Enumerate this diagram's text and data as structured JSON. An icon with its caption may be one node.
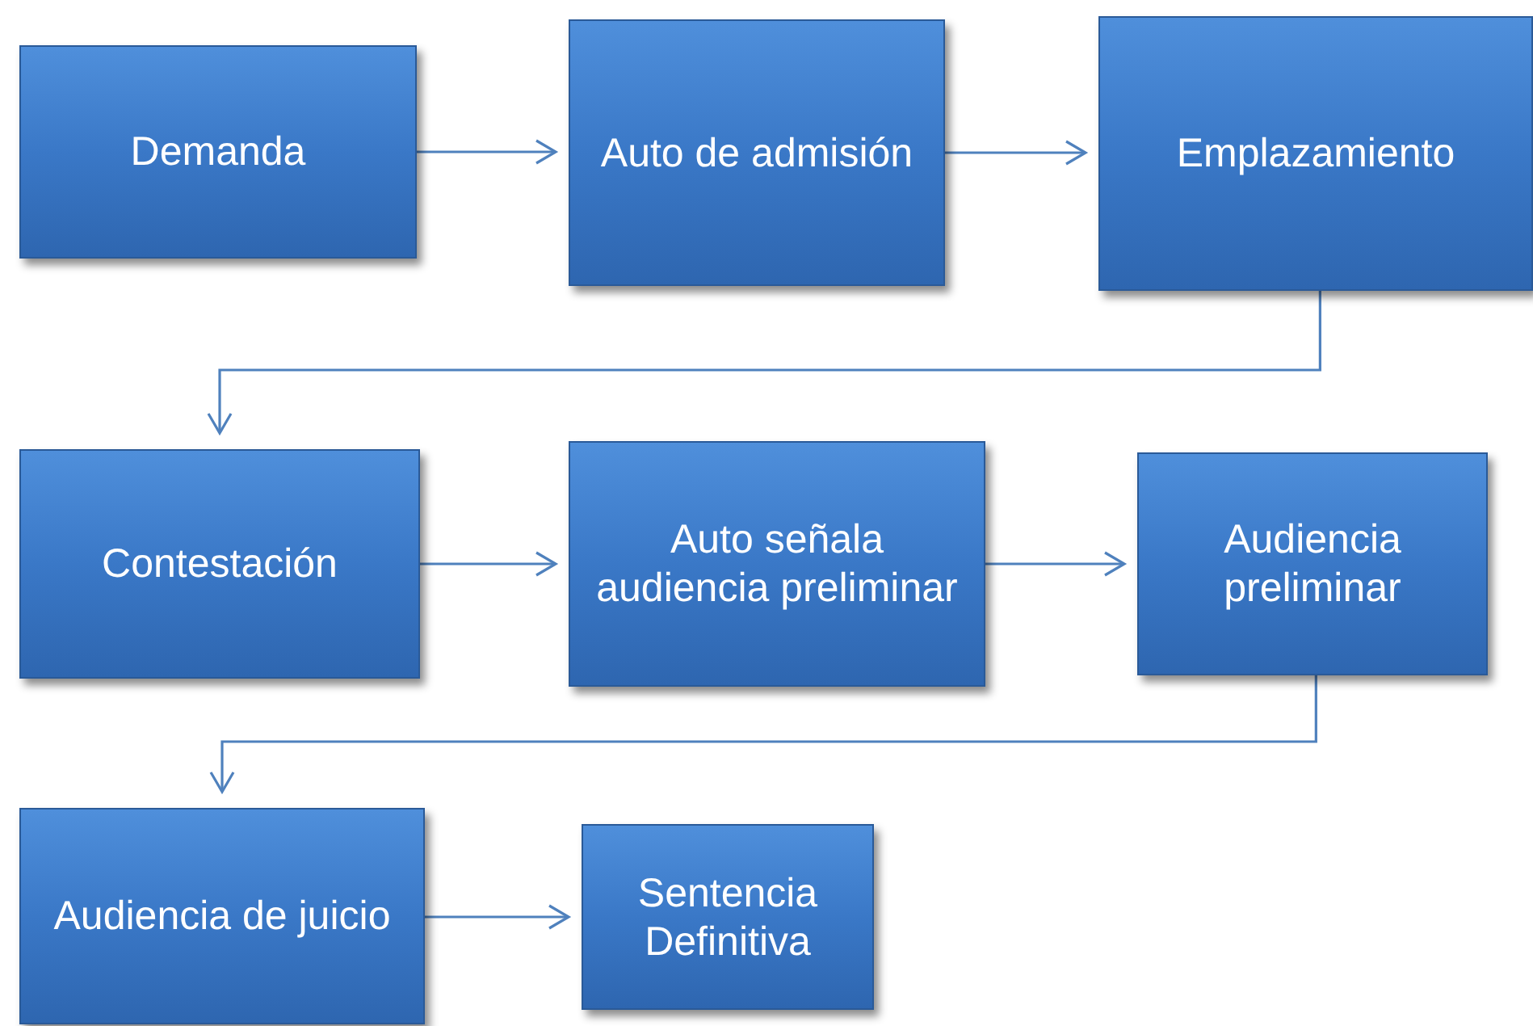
{
  "diagram": {
    "nodes": [
      {
        "text": [
          "Demanda"
        ]
      },
      {
        "text": [
          "Auto de admisión"
        ]
      },
      {
        "text": [
          "Emplazamiento"
        ]
      },
      {
        "text": [
          "Contestación"
        ]
      },
      {
        "text": [
          "Auto señala audiencia preliminar"
        ]
      },
      {
        "text": [
          "Audiencia preliminar"
        ]
      },
      {
        "text": [
          "Audiencia de juicio"
        ]
      },
      {
        "text": [
          "Sentencia Definitiva"
        ]
      }
    ],
    "edges": [
      {
        "from": 0,
        "to": 1,
        "arrow": "to"
      },
      {
        "from": 1,
        "to": 2,
        "arrow": "to"
      },
      {
        "from": 2,
        "to": 3,
        "arrow": "to"
      },
      {
        "from": 3,
        "to": 4,
        "arrow": "to"
      },
      {
        "from": 4,
        "to": 5,
        "arrow": "to"
      },
      {
        "from": 5,
        "to": 6,
        "arrow": "to"
      },
      {
        "from": 6,
        "to": 7,
        "arrow": "to"
      }
    ]
  }
}
